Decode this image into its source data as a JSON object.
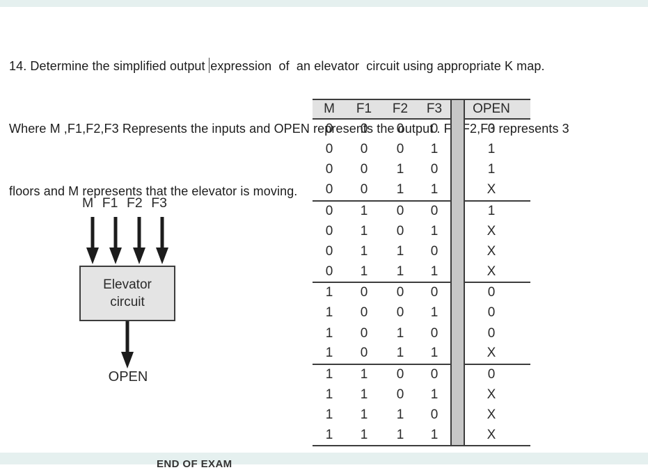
{
  "question": {
    "line1_before_cursor": "14. Determine the simplified output ",
    "line1_after_cursor": "expression  of  an elevator  circuit using appropriate K map.",
    "line2": "Where M ,F1,F2,F3 Represents the inputs and OPEN represents the output . F1,F2,F3 represents 3",
    "line3": "floors and M represents that the elevator is moving."
  },
  "diagram": {
    "input_labels": [
      "M",
      "F1",
      "F2",
      "F3"
    ],
    "box_line1": "Elevator",
    "box_line2": "circuit",
    "output_label": "OPEN"
  },
  "table": {
    "headers": [
      "M",
      "F1",
      "F2",
      "F3",
      "OPEN"
    ],
    "groups": [
      [
        [
          "0",
          "0",
          "0",
          "0",
          "0"
        ],
        [
          "0",
          "0",
          "0",
          "1",
          "1"
        ],
        [
          "0",
          "0",
          "1",
          "0",
          "1"
        ],
        [
          "0",
          "0",
          "1",
          "1",
          "X"
        ]
      ],
      [
        [
          "0",
          "1",
          "0",
          "0",
          "1"
        ],
        [
          "0",
          "1",
          "0",
          "1",
          "X"
        ],
        [
          "0",
          "1",
          "1",
          "0",
          "X"
        ],
        [
          "0",
          "1",
          "1",
          "1",
          "X"
        ]
      ],
      [
        [
          "1",
          "0",
          "0",
          "0",
          "0"
        ],
        [
          "1",
          "0",
          "0",
          "1",
          "0"
        ],
        [
          "1",
          "0",
          "1",
          "0",
          "0"
        ],
        [
          "1",
          "0",
          "1",
          "1",
          "X"
        ]
      ],
      [
        [
          "1",
          "1",
          "0",
          "0",
          "0"
        ],
        [
          "1",
          "1",
          "0",
          "1",
          "X"
        ],
        [
          "1",
          "1",
          "1",
          "0",
          "X"
        ],
        [
          "1",
          "1",
          "1",
          "1",
          "X"
        ]
      ]
    ]
  },
  "footer": {
    "end_text": "END OF EXAM"
  },
  "colors": {
    "strip": "#e5f0ef",
    "header_bg": "#e2e2e2",
    "separator_bar": "#c7c7c7",
    "rule_line": "#3c3c3c",
    "box_bg": "#e4e4e4",
    "arrow": "#1c1c1c"
  }
}
